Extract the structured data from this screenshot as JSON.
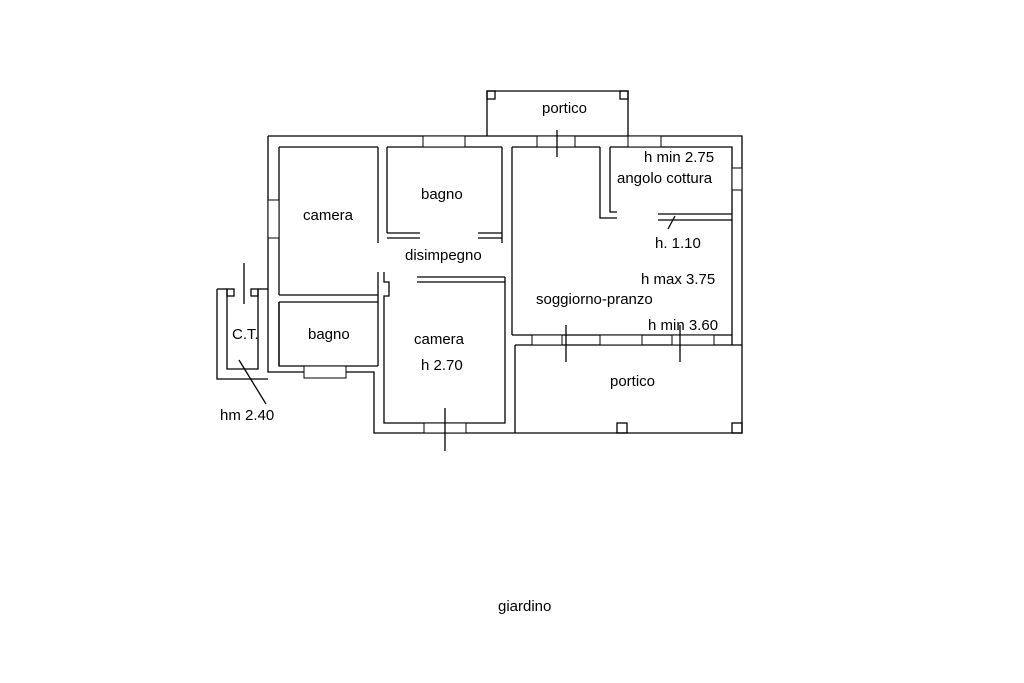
{
  "floor_plan": {
    "rooms": {
      "portico_top": "portico",
      "camera_left": "camera",
      "bagno_top": "bagno",
      "disimpegno": "disimpegno",
      "ct": "C.T.",
      "bagno_bottom": "bagno",
      "camera_bottom": "camera",
      "soggiorno_pranzo": "soggiorno-pranzo",
      "angolo_cottura": "angolo cottura",
      "portico_bottom": "portico",
      "giardino": "giardino"
    },
    "heights": {
      "kitchen_min": "h min 2.75",
      "kitchen_h": "h. 1.10",
      "living_max": "h max 3.75",
      "living_min": "h min 3.60",
      "camera_h": "h 2.70",
      "ct_hm": "hm 2.40"
    }
  }
}
